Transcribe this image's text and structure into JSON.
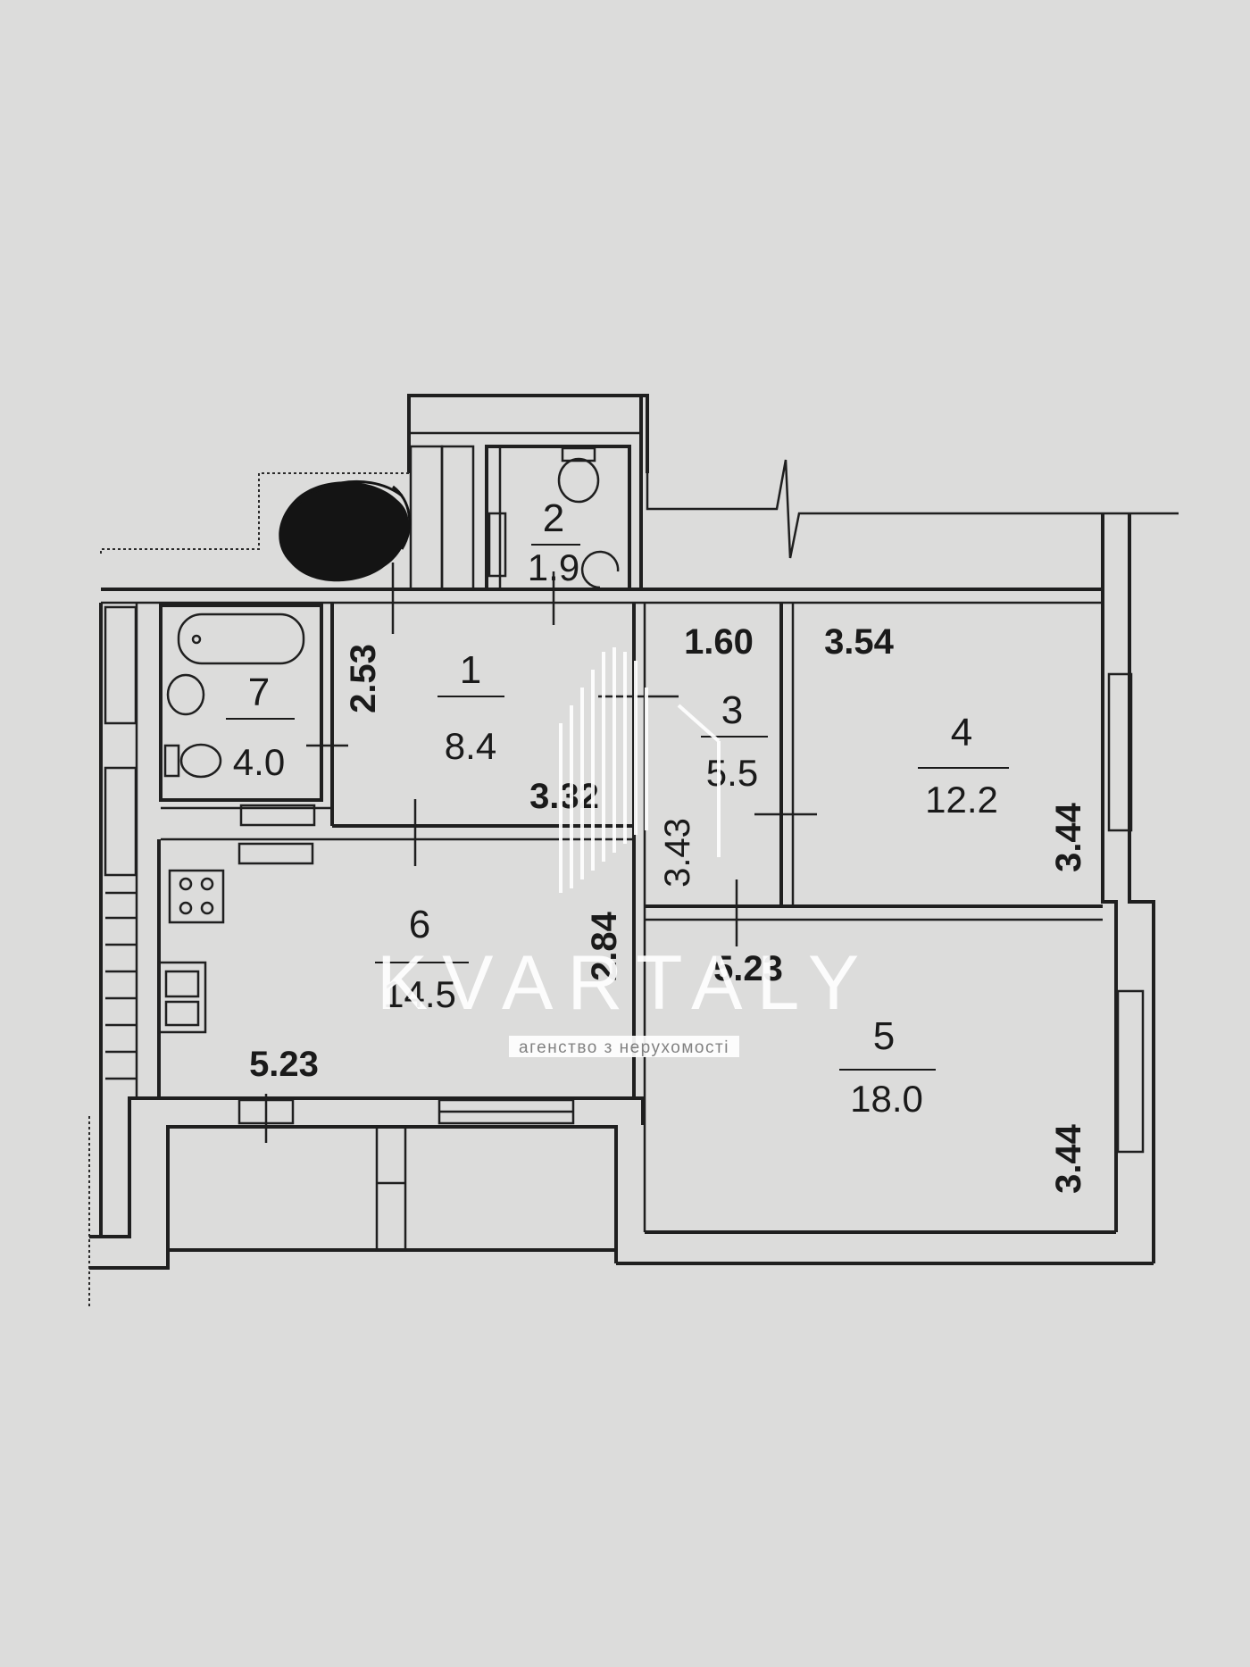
{
  "rooms": [
    {
      "number": "1",
      "area": "8.4"
    },
    {
      "number": "2",
      "area": "1.9"
    },
    {
      "number": "3",
      "area": "5.5"
    },
    {
      "number": "4",
      "area": "12.2"
    },
    {
      "number": "5",
      "area": "18.0"
    },
    {
      "number": "6",
      "area": "14.5"
    },
    {
      "number": "7",
      "area": "4.0"
    }
  ],
  "dimensions": {
    "room1_vertical": "2.53",
    "room1_horizontal": "3.32",
    "room3_width": "1.60",
    "room3_vertical": "3.43",
    "room4_width": "3.54",
    "room4_vertical": "3.44",
    "room5_width": "5.23",
    "room5_vertical": "3.44",
    "room6_vertical": "2.84",
    "room6_width": "5.23"
  },
  "watermark": {
    "brand": "KVARTALY",
    "caption": "агенство з нерухомості"
  },
  "colors": {
    "paper": "#dcdcdb",
    "ink": "#1f1f1f",
    "watermark": "#ffffff"
  }
}
